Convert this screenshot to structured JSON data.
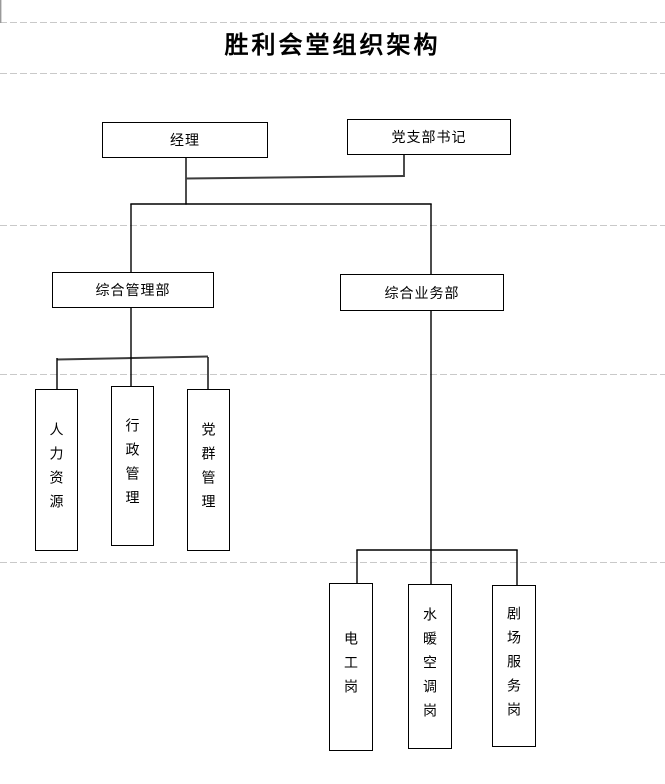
{
  "page": {
    "title": "胜利会堂组织架构",
    "background_color": "#ffffff",
    "connector_color": "#000000",
    "gridline_color": "#c9c9c9"
  },
  "org": {
    "level1": [
      {
        "label": "经理"
      },
      {
        "label": "党支部书记"
      }
    ],
    "level2": [
      {
        "label": "综合管理部"
      },
      {
        "label": "综合业务部"
      }
    ],
    "level3_management": [
      {
        "label": "人力资源"
      },
      {
        "label": "行政管理"
      },
      {
        "label": "党群管理"
      }
    ],
    "level3_business": [
      {
        "label": "电工岗"
      },
      {
        "label": "水暖空调岗"
      },
      {
        "label": "剧场服务岗"
      }
    ]
  }
}
